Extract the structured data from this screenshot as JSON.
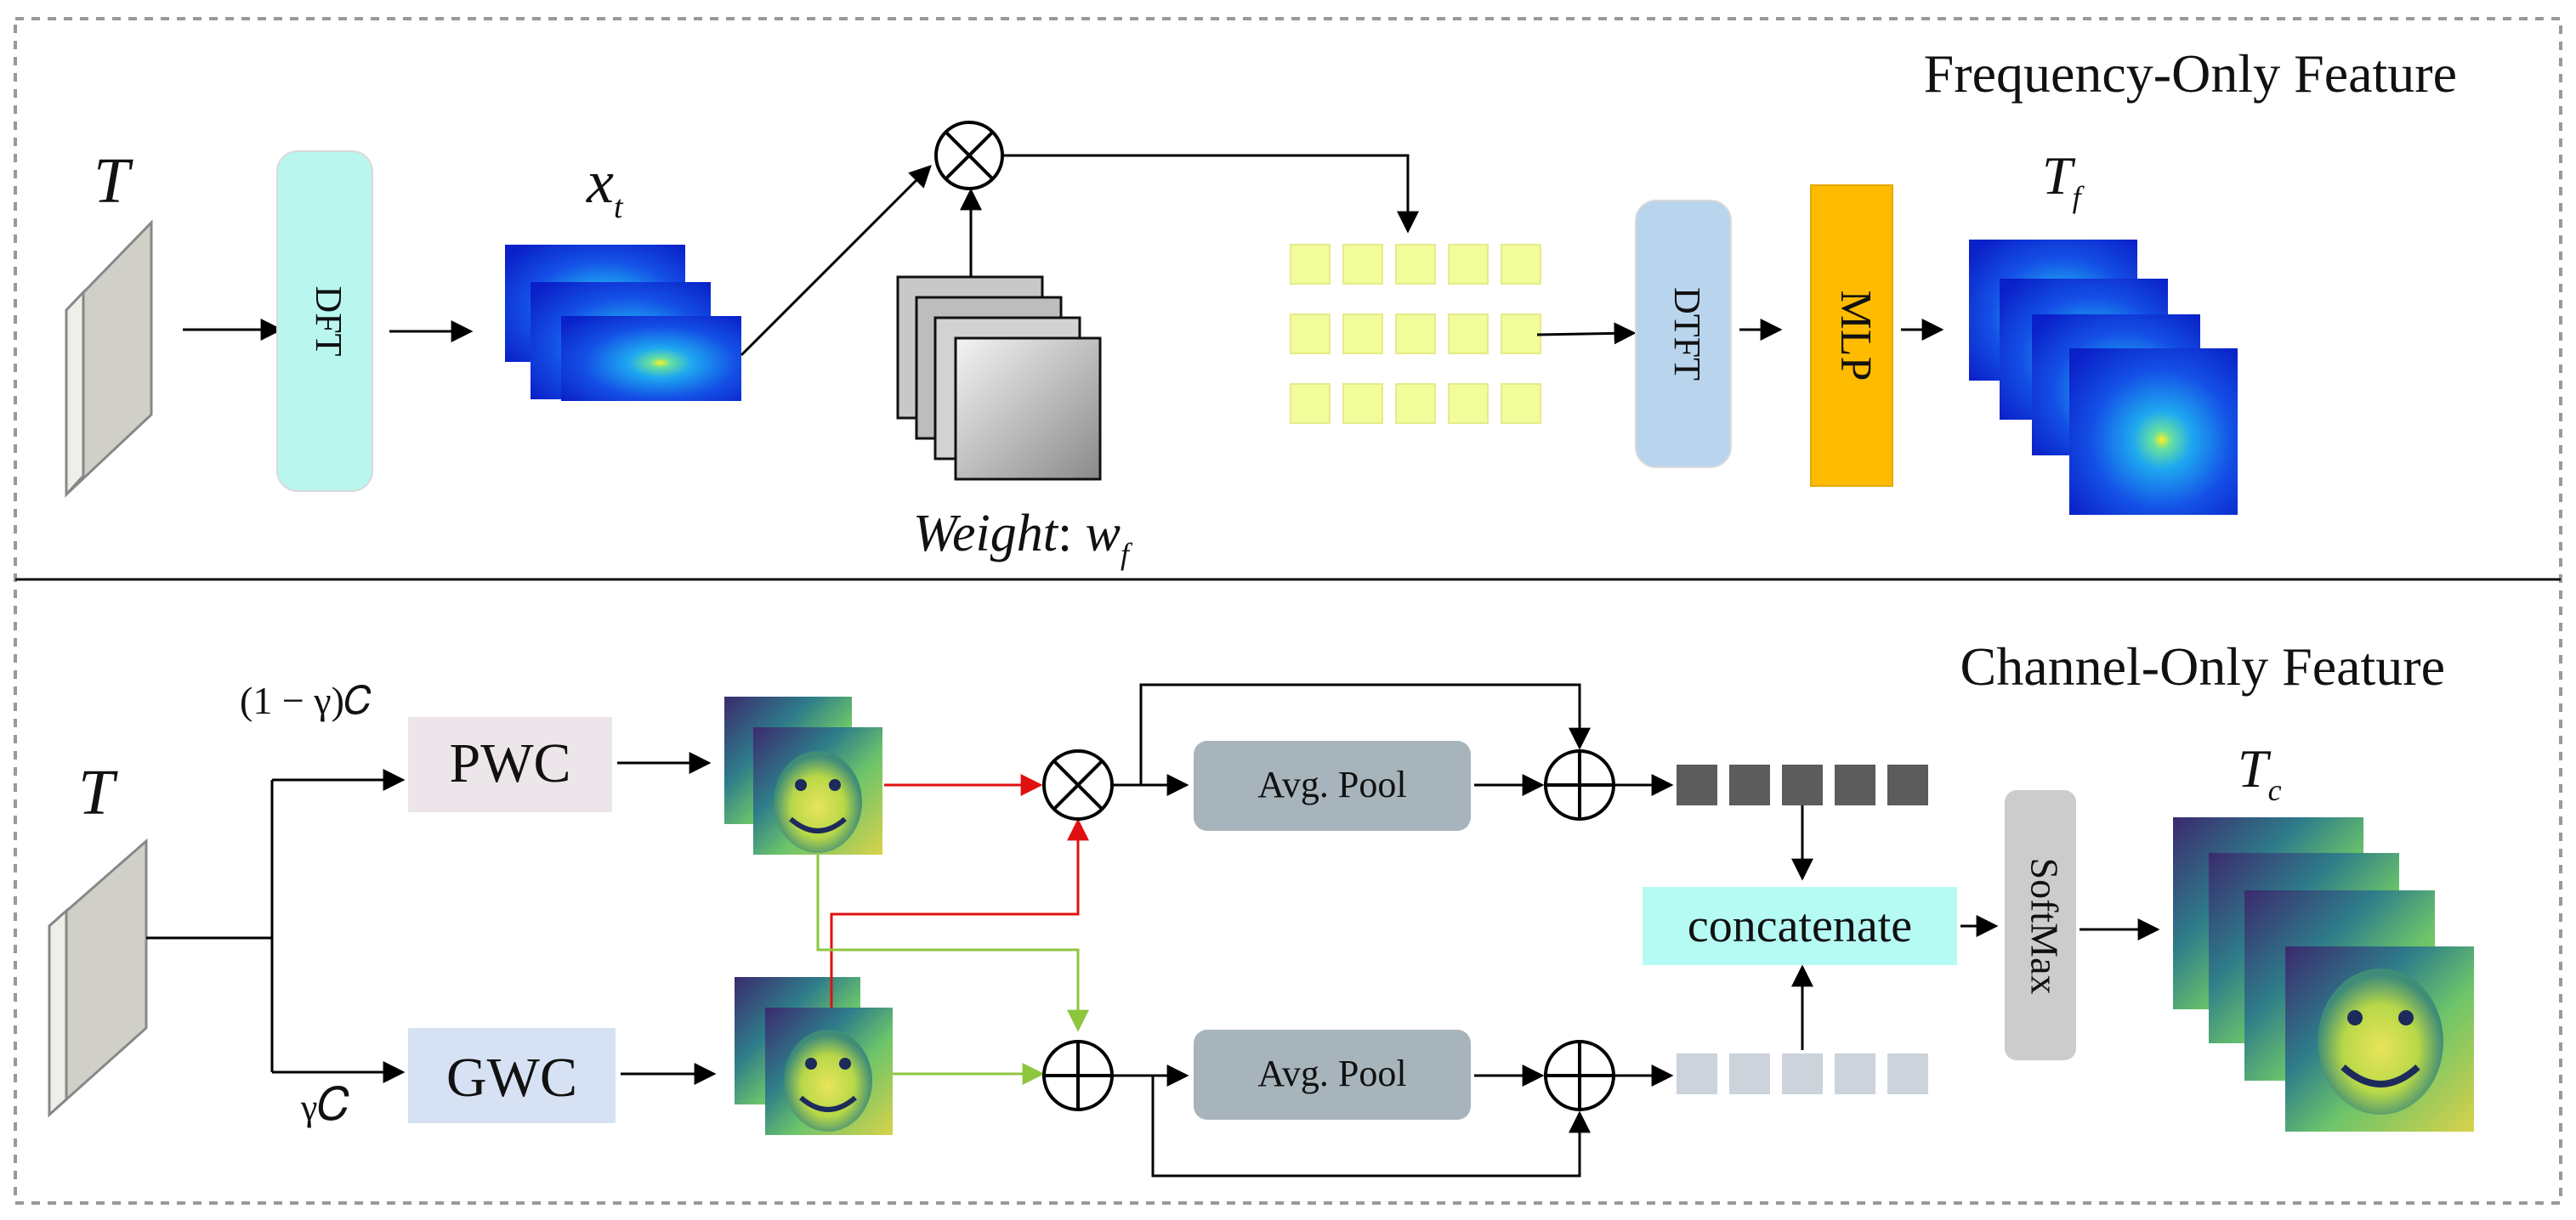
{
  "sections": {
    "top_title": "Frequency-Only Feature",
    "bottom_title": "Channel-Only Feature"
  },
  "frequency": {
    "input_symbol": "T",
    "dft_label": "DFT",
    "xt_base": "x",
    "xt_sub": "t",
    "weight_label": "Weight",
    "weight_colon": ": ",
    "weight_base": "w",
    "weight_sub": "f",
    "idft_label": "DTFT",
    "mlp_label": "MLP",
    "output_base": "T",
    "output_sub": "f",
    "multiply_symbol": "⊗"
  },
  "channel": {
    "input_symbol": "T",
    "top_split": "(1 − γ)𝐶",
    "bottom_split_gamma": "γ",
    "bottom_split_c": "𝐶",
    "pwc_label": "PWC",
    "gwc_label": "GWC",
    "avgpool_top": "Avg. Pool",
    "avgpool_bottom": "Avg. Pool",
    "concat_label": "concatenate",
    "softmax_label": "SoftMax",
    "output_base": "T",
    "output_sub": "c"
  },
  "colors": {
    "dft_box": "#b9f7ee",
    "idft_box": "#b9d5ee",
    "mlp_box": "#ffbb00",
    "pwc_box": "#ece6ea",
    "gwc_box": "#d6e2f3",
    "avgpool_box": "#a7b4bb",
    "concat_box": "#b6fbf3",
    "softmax_box": "#cccccc",
    "token_yellow": "#f1fd9a",
    "token_dark": "#5c5c5c",
    "token_light": "#ccd3da",
    "red_path": "#e01010",
    "green_path": "#8cc63f"
  }
}
